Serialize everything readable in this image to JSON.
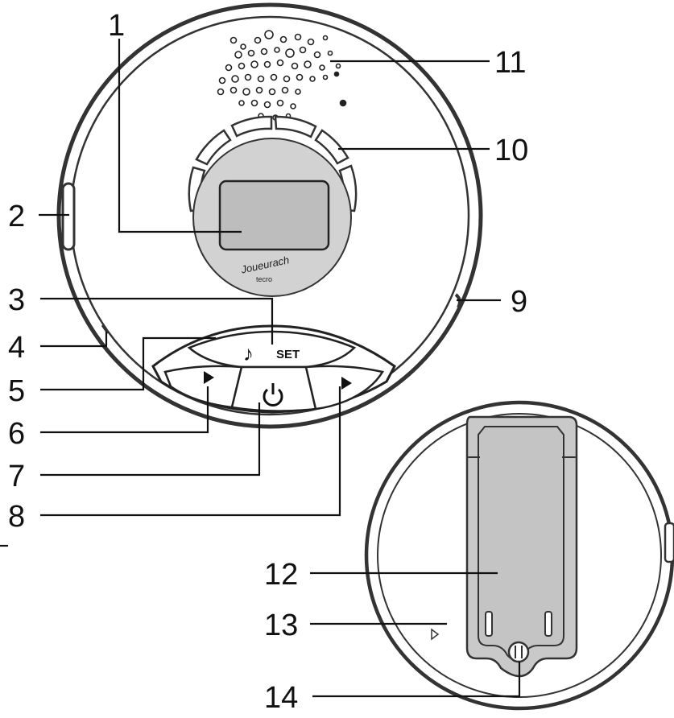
{
  "diagram": {
    "front_view": {
      "display_brand_script": "Joueurach",
      "display_brand_sub": "tecro",
      "set_label": "SET"
    },
    "callouts": [
      {
        "label": "1"
      },
      {
        "label": "2"
      },
      {
        "label": "3"
      },
      {
        "label": "4"
      },
      {
        "label": "5"
      },
      {
        "label": "6"
      },
      {
        "label": "7"
      },
      {
        "label": "8"
      },
      {
        "label": "9"
      },
      {
        "label": "10"
      },
      {
        "label": "11"
      },
      {
        "label": "12"
      },
      {
        "label": "13"
      },
      {
        "label": "14"
      }
    ],
    "colors": {
      "ink": "#111111",
      "display_fill": "#d2d2d2",
      "screen_fill": "#bdbdbd",
      "clip_fill": "#c9c9c9"
    }
  }
}
